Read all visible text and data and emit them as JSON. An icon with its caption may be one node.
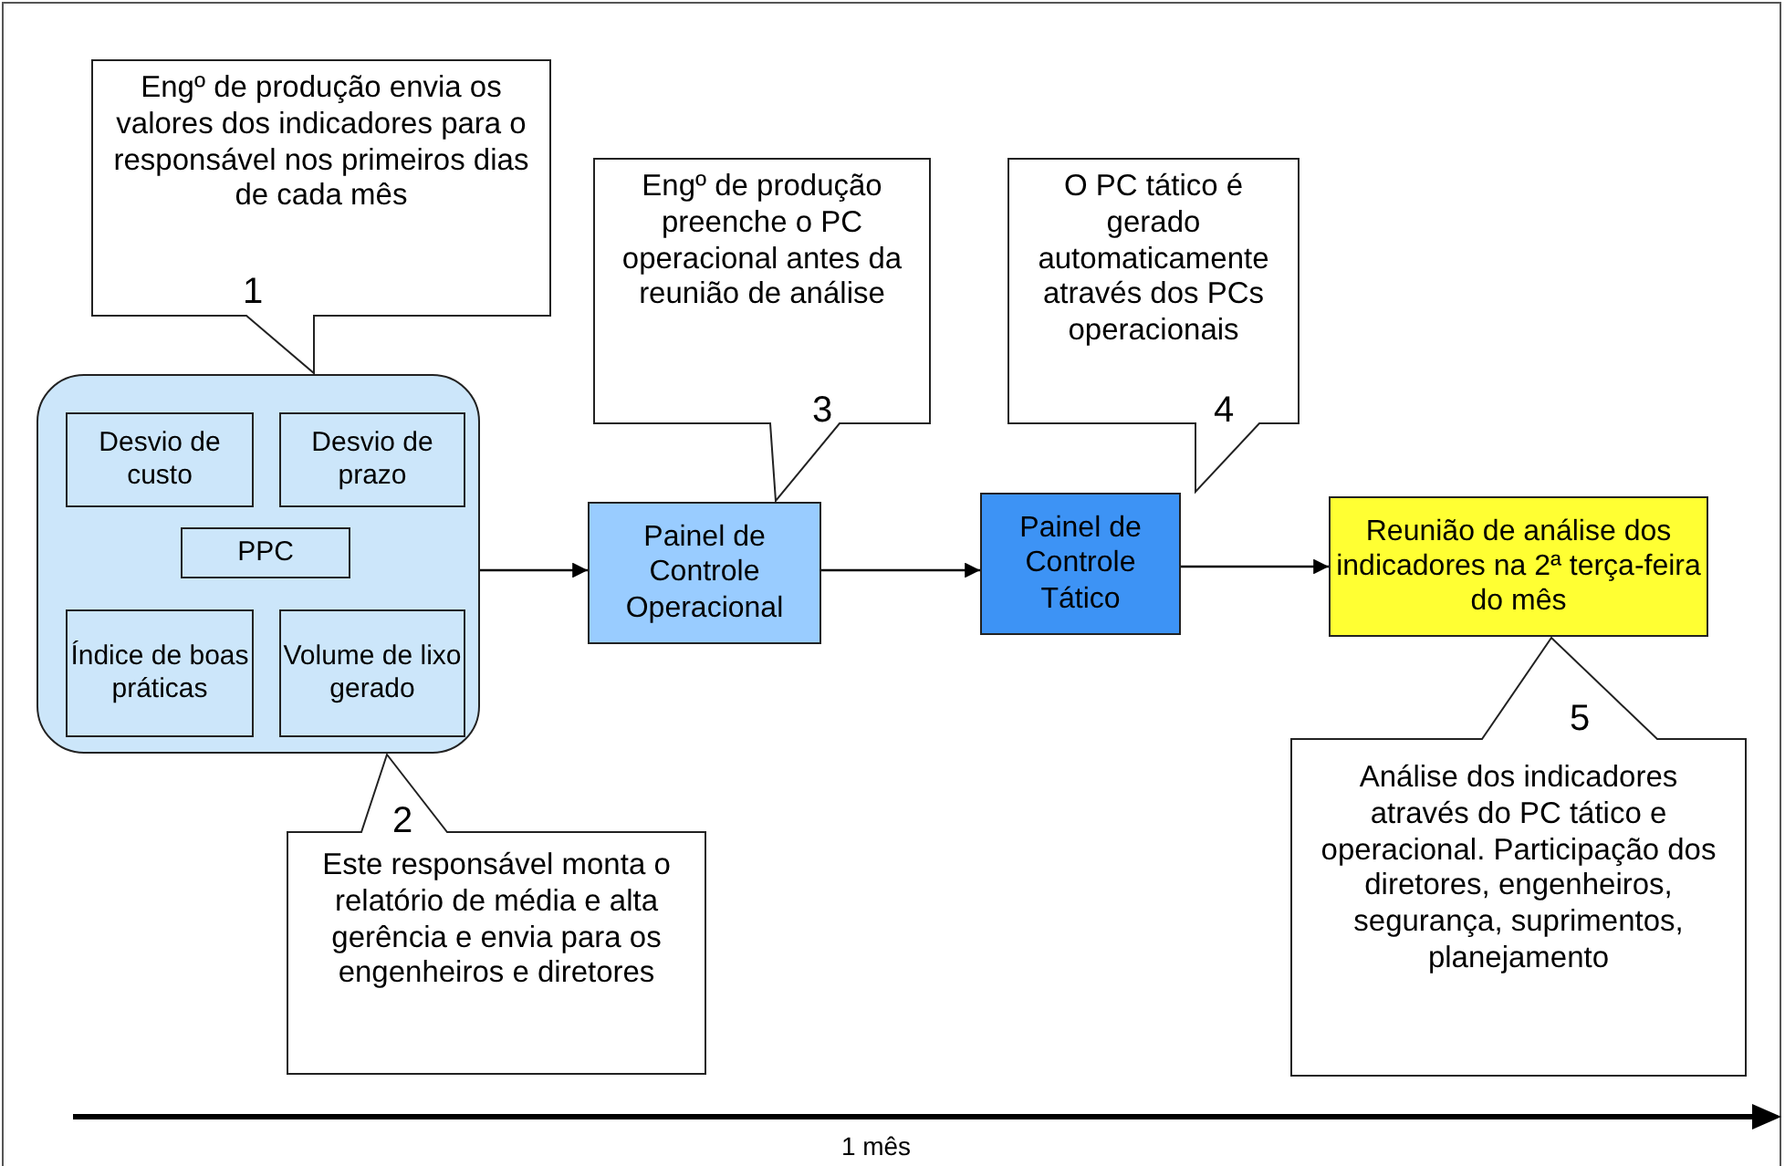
{
  "diagram": {
    "nodes": [
      {
        "text": [],
        "shape": "box"
      },
      {
        "text": [
          "Desvio de custo"
        ],
        "in": 0
      },
      {
        "text": [
          "Desvio de prazo"
        ],
        "in": 0
      },
      {
        "text": [
          "PPC"
        ],
        "in": 0
      },
      {
        "text": [
          "Índice de boas práticas"
        ],
        "in": 0
      },
      {
        "text": [
          "Volume de lixo gerado"
        ],
        "in": 0
      },
      {
        "text": [
          "Painel de Controle Operacional"
        ]
      },
      {
        "text": [
          "Painel de Controle Tático"
        ]
      },
      {
        "text": [
          "Reunião de análise dos indicadores na 2ª terça-feira do mês"
        ]
      },
      {
        "text": [
          "Engº de produção envia os valores dos indicadores para o responsável nos primeiros dias de cada mês",
          "1"
        ]
      },
      {
        "text": [
          "2",
          "Este responsável monta o relatório de média e alta gerência e envia para os engenheiros e diretores"
        ]
      },
      {
        "text": [
          "Engº de produção preenche o PC operacional antes da reunião de análise",
          "3"
        ]
      },
      {
        "text": [
          "O PC tático é gerado automaticamente através dos PCs operacionais",
          "4"
        ]
      },
      {
        "text": [
          "5",
          "Análise dos indicadores através do PC tático e operacional. Participação dos diretores, engenheiros, segurança, suprimentos, planejamento"
        ]
      }
    ],
    "edges": [
      {
        "from": 0,
        "to": 6,
        "arrow": "to"
      },
      {
        "from": 6,
        "to": 7,
        "arrow": "to"
      },
      {
        "from": 7,
        "to": 8,
        "arrow": "to"
      }
    ],
    "labels": [
      "1 mês"
    ]
  }
}
